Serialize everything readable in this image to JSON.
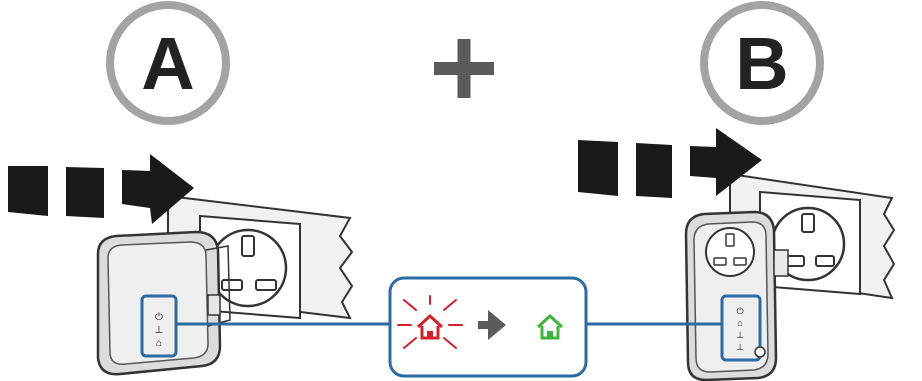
{
  "step_labels": {
    "left": "A",
    "right": "B"
  },
  "icons": {
    "left_badge_ring": "circle-outline",
    "right_badge_ring": "circle-outline",
    "combine": "plus-icon",
    "insert_arrow_left": "dashed-arrow-icon",
    "insert_arrow_right": "dashed-arrow-icon",
    "status_before": "home-blinking-icon",
    "status_transition": "arrow-right-icon",
    "status_after": "home-solid-icon"
  },
  "colors": {
    "badge_ring": "#a3a3a3",
    "plus": "#5a5a5a",
    "callout_border": "#2b6aa3",
    "home_red": "#d4202a",
    "home_green": "#3cb63a",
    "arrow_dark": "#1a1a1a",
    "transition_arrow": "#5b5b5b"
  }
}
